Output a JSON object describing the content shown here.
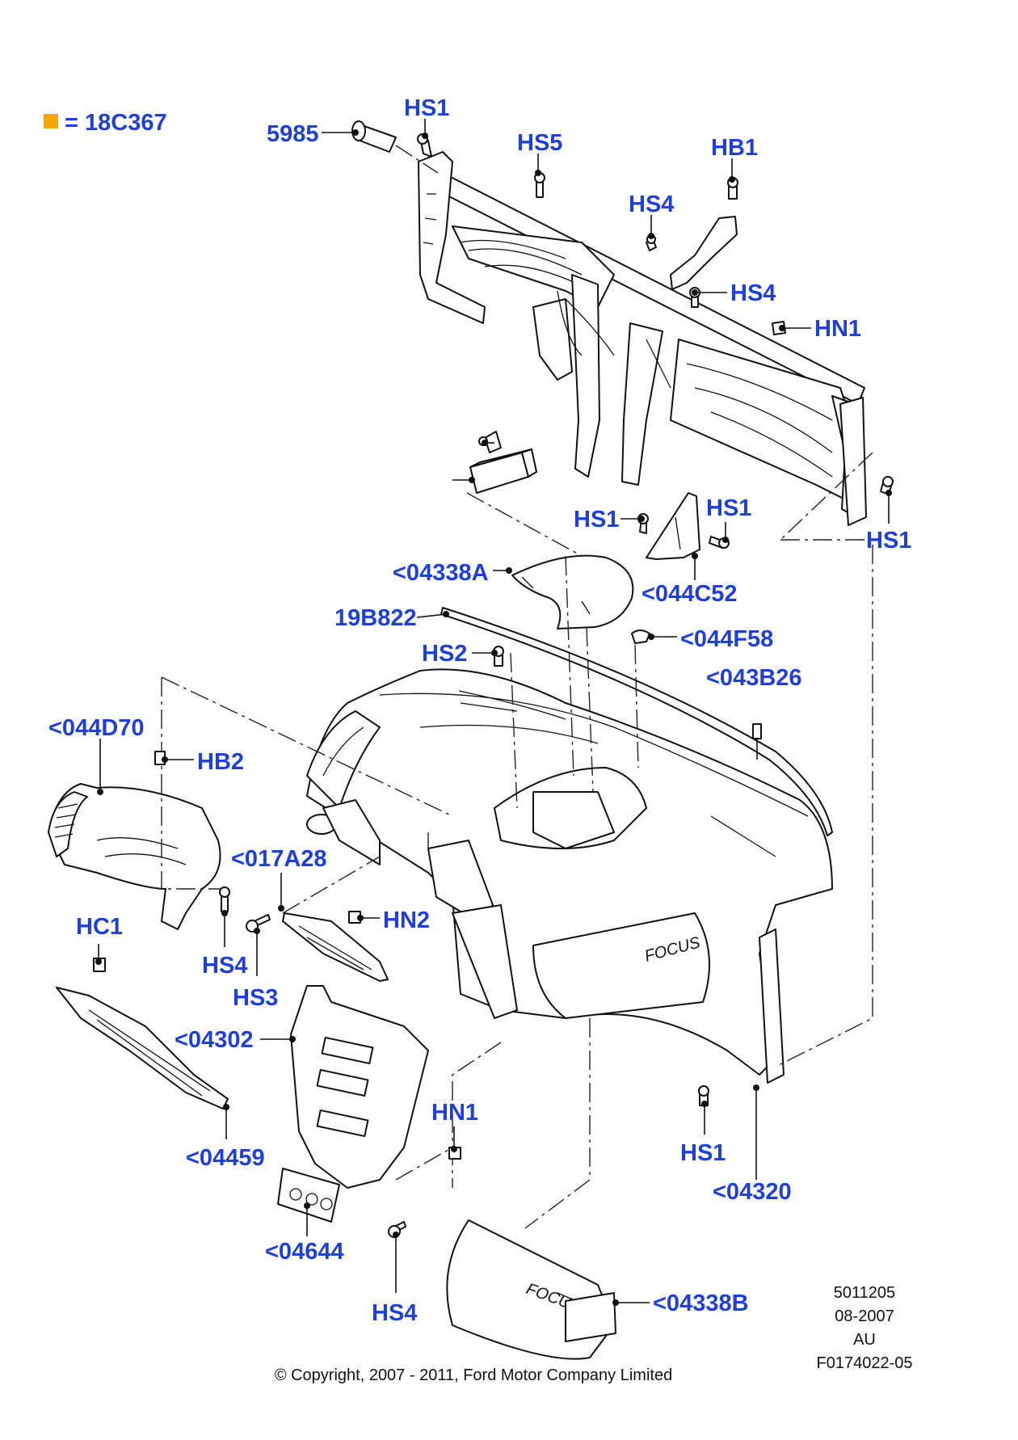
{
  "legend": {
    "swatch_color": "#f7a800",
    "text": "= 18C367"
  },
  "label_color": "#1f3fd6",
  "callouts": {
    "c5985": "5985",
    "hs1_top": "HS1",
    "hs5": "HS5",
    "hb1": "HB1",
    "hs4_a": "HS4",
    "hs4_b": "HS4",
    "hn1_a": "HN1",
    "hs1_b": "HS1",
    "hs1_c": "HS1",
    "hs1_d": "HS1",
    "c04338a": "<04338A",
    "c044c52": "<044C52",
    "c19b822": "19B822",
    "hs2": "HS2",
    "c044f58": "<044F58",
    "c043b26": "<043B26",
    "c044d70": "<044D70",
    "hb2": "HB2",
    "c017a28": "<017A28",
    "hn2": "HN2",
    "hs4_c": "HS4",
    "hs3": "HS3",
    "hc1": "HC1",
    "c04302": "<04302",
    "c04459": "<04459",
    "hn1_b": "HN1",
    "hs1_e": "HS1",
    "c04320": "<04320",
    "c04644": "<04644",
    "hs4_d": "HS4",
    "c04338b": "<04338B"
  },
  "footer": {
    "code": "5011205",
    "date": "08-2007",
    "region": "AU",
    "figure_id": "F0174022-05",
    "copyright": "© Copyright, 2007 - 2011, Ford Motor Company Limited"
  }
}
